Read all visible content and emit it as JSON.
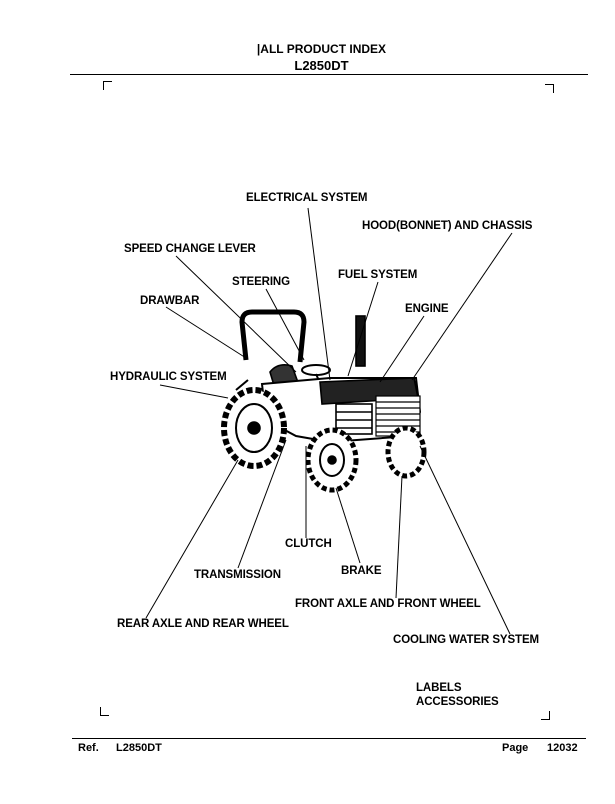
{
  "header": {
    "title": "|ALL PRODUCT INDEX",
    "model": "L2850DT"
  },
  "labels": {
    "electrical_system": "ELECTRICAL SYSTEM",
    "hood_chassis": "HOOD(BONNET) AND CHASSIS",
    "speed_change_lever": "SPEED CHANGE LEVER",
    "steering": "STEERING",
    "fuel_system": "FUEL SYSTEM",
    "drawbar": "DRAWBAR",
    "engine": "ENGINE",
    "hydraulic_system": "HYDRAULIC SYSTEM",
    "clutch": "CLUTCH",
    "transmission": "TRANSMISSION",
    "brake": "BRAKE",
    "front_axle": "FRONT AXLE AND FRONT WHEEL",
    "rear_axle": "REAR AXLE AND REAR WHEEL",
    "cooling_water": "COOLING WATER SYSTEM",
    "labels": "LABELS",
    "accessories": "ACCESSORIES"
  },
  "footer": {
    "ref_label": "Ref.",
    "ref_value": "L2850DT",
    "page_label": "Page",
    "page_value": "12032"
  }
}
